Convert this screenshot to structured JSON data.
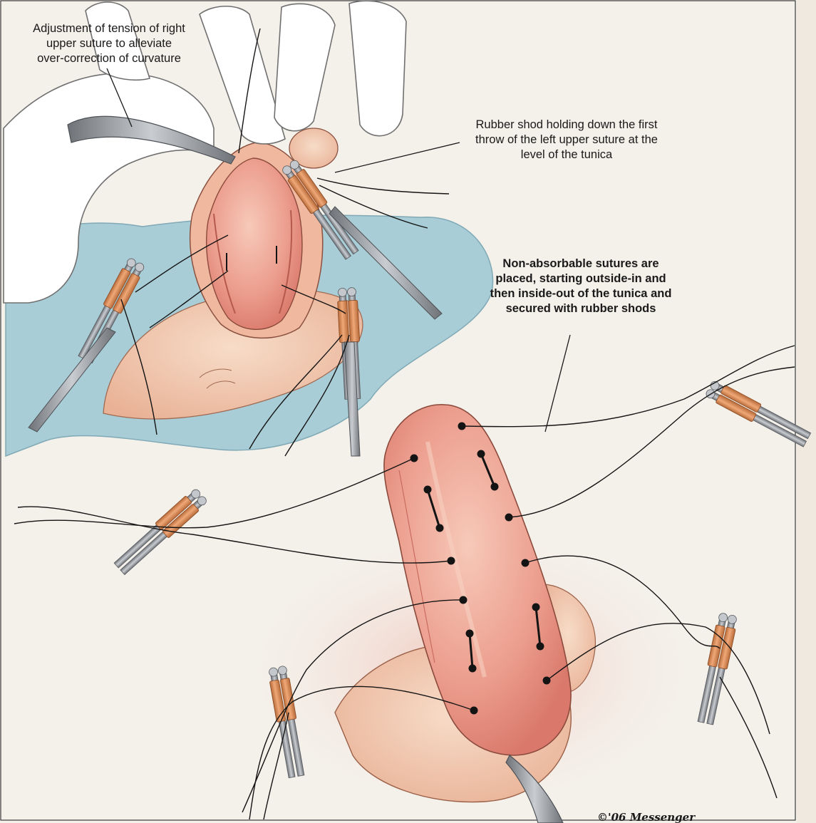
{
  "labels": {
    "adjustment": [
      "Adjustment of tension of right",
      "upper suture to alleviate",
      "over-correction of curvature"
    ],
    "rubber_shod": [
      "Rubber shod holding down the first",
      "throw of the left upper suture at the",
      "level of the tunica"
    ],
    "sutures": [
      "Non-absorbable sutures are",
      "placed, starting outside-in and",
      "then inside-out of the tunica and",
      "secured with rubber shods"
    ]
  },
  "signature": "©'06 Messenger",
  "colors": {
    "background": "#f4f0ea",
    "tissue": "#e8968a",
    "skin": "#f1c4a8",
    "drape": "#a9cdd6",
    "rubber_shod": "#d98c58",
    "instrument": "#8a8e93",
    "suture": "#141414",
    "glove": "#ffffff"
  }
}
